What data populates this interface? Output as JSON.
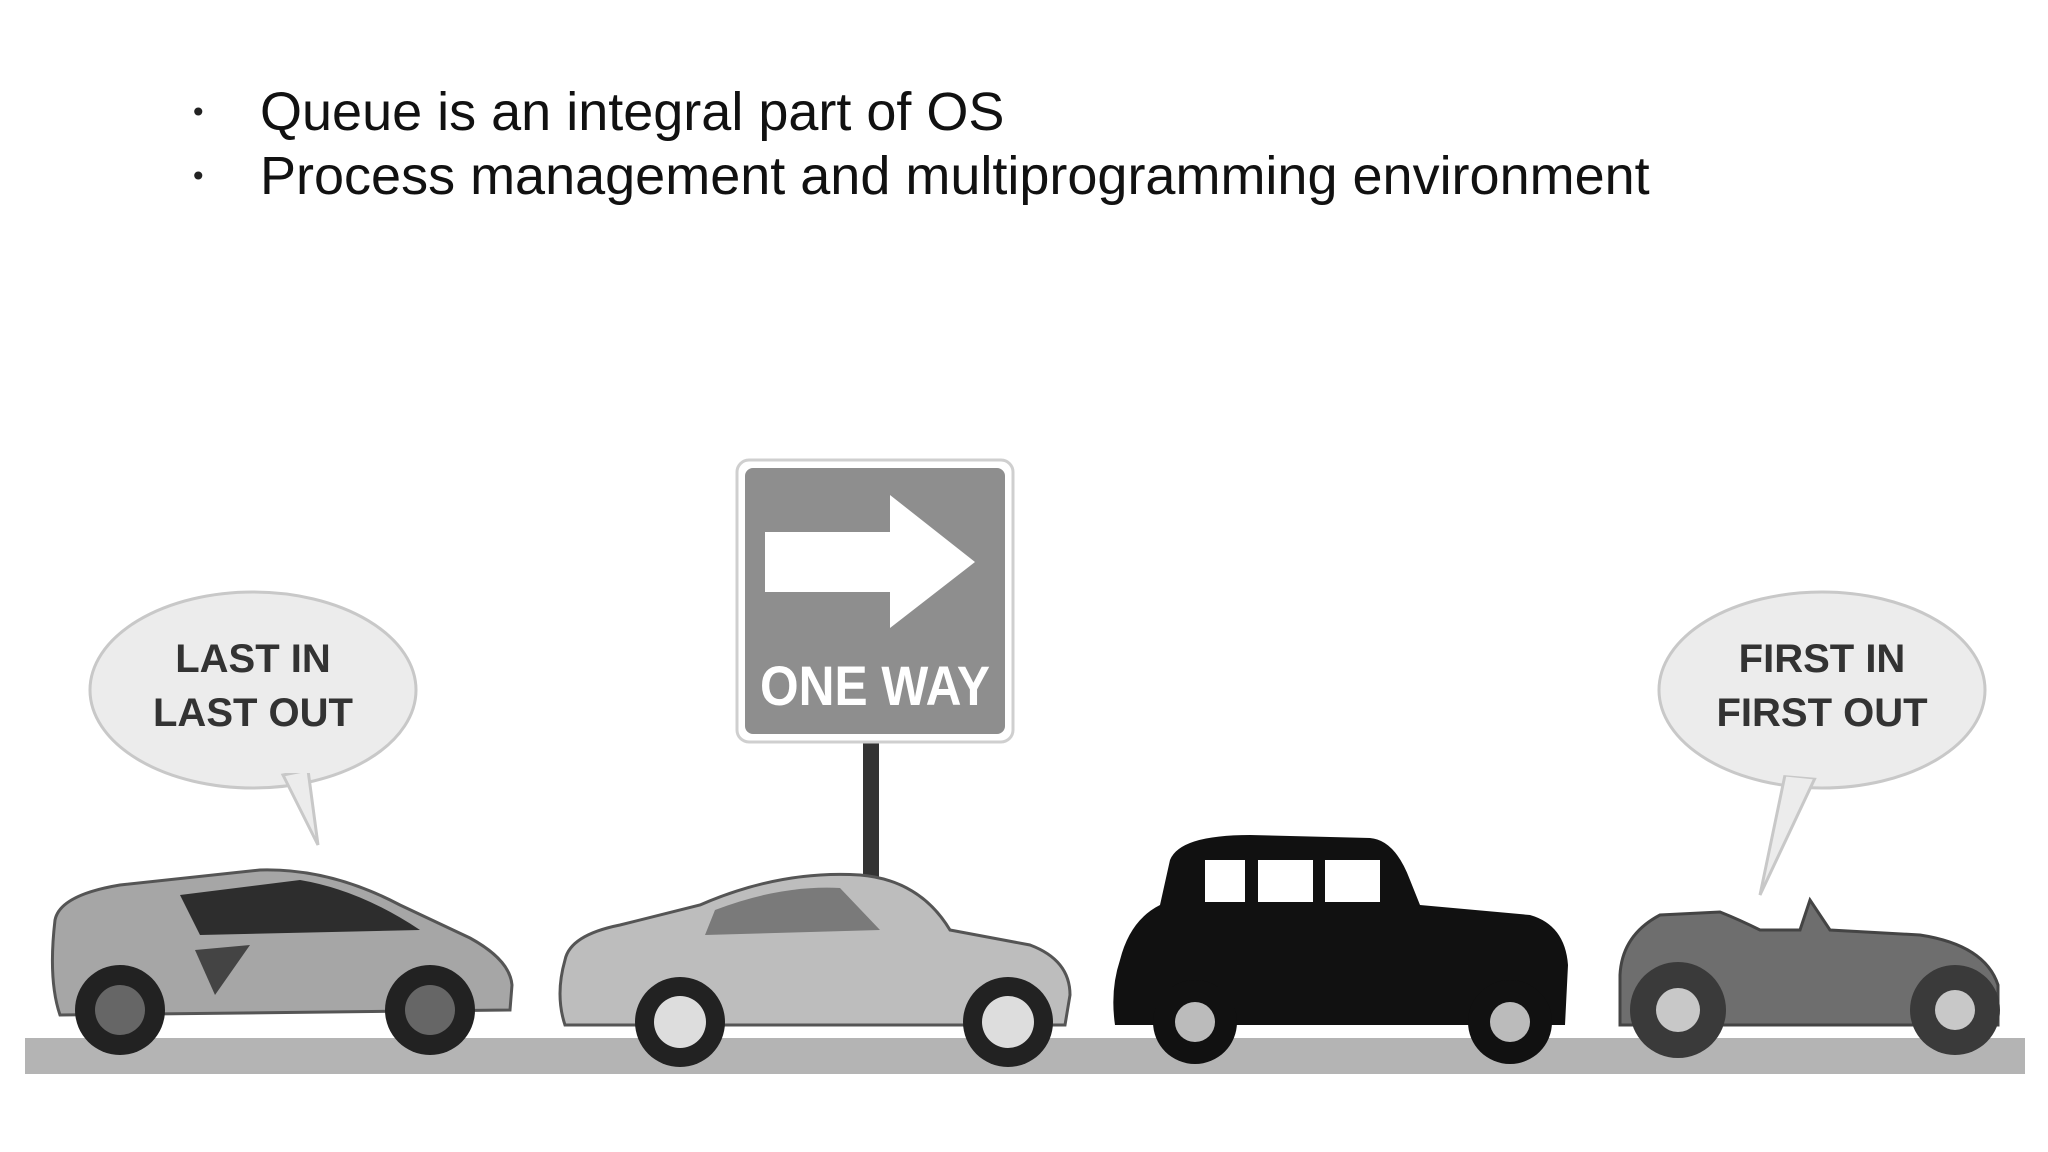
{
  "bullets": [
    {
      "text": "Queue is an integral part of OS"
    },
    {
      "text": "Process management and multiprogramming environment"
    }
  ],
  "sign": {
    "text": "ONE WAY"
  },
  "left_bubble": {
    "line1": "LAST IN",
    "line2": "LAST OUT"
  },
  "right_bubble": {
    "line1": "FIRST IN",
    "line2": "FIRST OUT"
  },
  "colors": {
    "sign": "#8e8e8e",
    "road": "#b4b4b4",
    "bubble": "#ececec",
    "car_grey": "#9a9a9a",
    "car_black": "#111111"
  }
}
